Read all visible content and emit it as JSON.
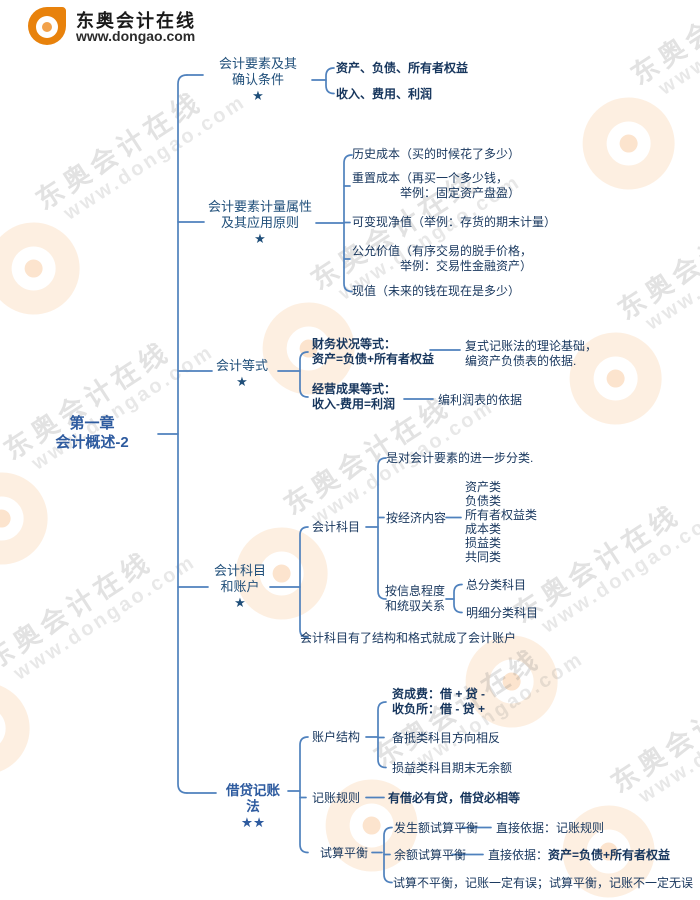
{
  "header": {
    "brand": "东奥会计在线",
    "url": "www.dongao.com"
  },
  "watermark": {
    "brand": "东奥会计在线",
    "url": "www.dongao.com"
  },
  "colors": {
    "line": "#4f81bd",
    "root_text": "#2e5b9f",
    "branch_text": "#1f4e79",
    "leaf_text": "#17365d",
    "logo_orange": "#e8820c"
  },
  "mindmap": {
    "root": "第一章\n会计概述-2",
    "b1": {
      "label": "会计要素及其\n确认条件\n★",
      "c1": "资产、负债、所有者权益",
      "c2": "收入、费用、利润"
    },
    "b2": {
      "label": "会计要素计量属性\n及其应用原则\n★",
      "i1": "历史成本（买的时候花了多少）",
      "i2": "重置成本（再买一个多少钱，\n　　　　举例：固定资产盘盈）",
      "i3": "可变现净值（举例：存货的期末计量）",
      "i4": "公允价值（有序交易的脱手价格，\n　　　　举例：交易性金融资产）",
      "i5": "现值（未来的钱在现在是多少）"
    },
    "b3": {
      "label": "会计等式\n★",
      "eq1": "财务状况等式：\n资产=负债+所有者权益",
      "eq1_note": "复式记账法的理论基础，\n编资产负债表的依据.",
      "eq2": "经营成果等式：\n收入-费用=利润",
      "eq2_note": "编利润表的依据"
    },
    "b4": {
      "label": "会计科目\n和账户\n★",
      "subject": "会计科目",
      "def": "是对会计要素的进一步分类.",
      "by_content": "按经济内容",
      "content_list": "资产类\n负债类\n所有者权益类\n成本类\n损益类\n共同类",
      "by_info": "按信息程度\n和统驭关系",
      "general": "总分类科目",
      "detail": "明细分类科目",
      "account_note": "会计科目有了结构和格式就成了会计账户"
    },
    "b5": {
      "label": "借贷记账法\n★★",
      "structure": "账户结构",
      "rule_block": "资成费：借 + 贷 -\n收负所：借 - 贷 +",
      "allowance": "备抵类科目方向相反",
      "pl": "损益类科目期末无余额",
      "bookkeeping": "记账规则",
      "bookkeeping_rule": "有借必有贷，借贷必相等",
      "trial": "试算平衡",
      "trial1": "发生额试算平衡",
      "trial1_basis": "直接依据：记账规则",
      "trial2": "余额试算平衡",
      "trial2_basis_prefix": "直接依据：",
      "trial2_basis_eq": "资产=负债+所有者权益",
      "trial_note": "试算不平衡，记账一定有误；试算平衡，记账不一定无误"
    }
  }
}
